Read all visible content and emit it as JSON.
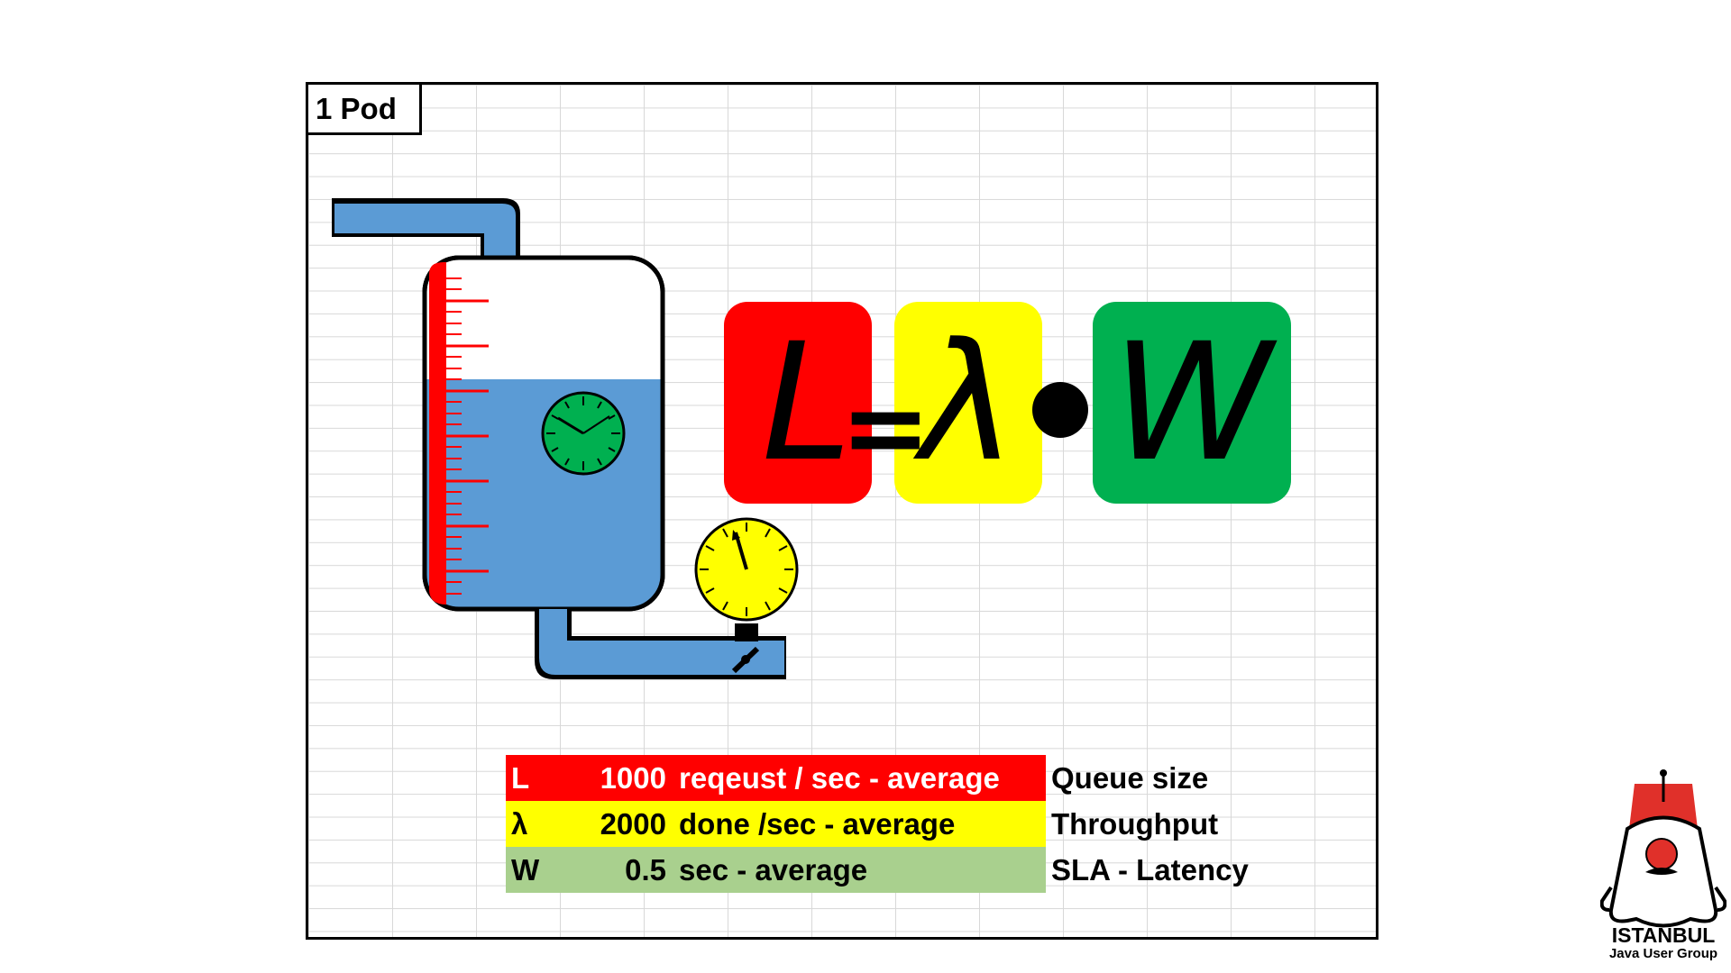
{
  "pod_label": "1 Pod",
  "formula": {
    "l": "L",
    "equals": "=",
    "lambda": "λ",
    "w": "W",
    "colors": {
      "l": "#ff0000",
      "lambda": "#ffff00",
      "w": "#00b050"
    }
  },
  "legend": [
    {
      "symbol": "L",
      "value": "1000",
      "description": "reqeust / sec - average",
      "meaning": "Queue size",
      "color": "#ff0000"
    },
    {
      "symbol": "λ",
      "value": "2000",
      "description": "done /sec - average",
      "meaning": "Throughput",
      "color": "#ffff00"
    },
    {
      "symbol": "W",
      "value": "0.5",
      "description": "sec  - average",
      "meaning": "SLA - Latency",
      "color": "#a9d08e"
    }
  ],
  "logo": {
    "title": "ISTANBUL",
    "subtitle": "Java User Group"
  },
  "icons": [
    "water-tank-icon",
    "water-drops-icon",
    "green-clock-icon",
    "yellow-pressure-gauge-icon",
    "valve-icon",
    "duke-mascot-icon"
  ]
}
